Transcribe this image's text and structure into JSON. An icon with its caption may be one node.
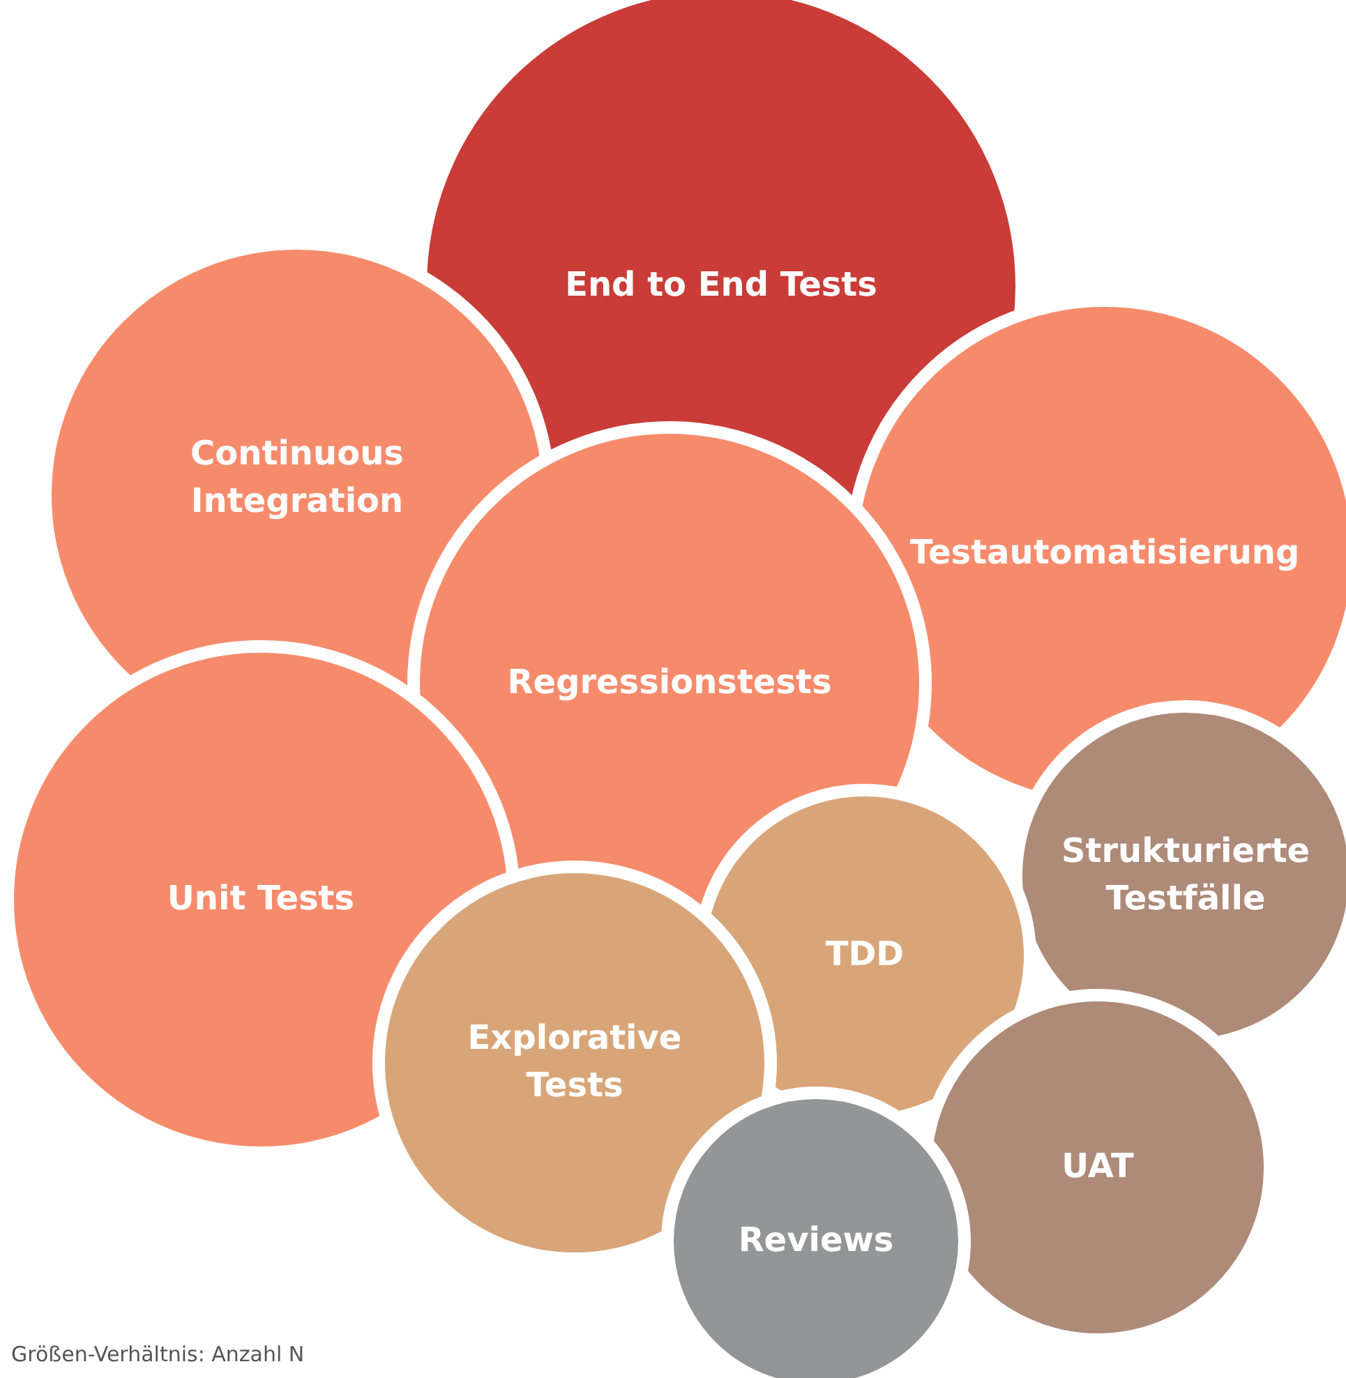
{
  "diagram": {
    "caption": "Größen-Verhältnis: Anzahl N",
    "nodes": [
      {
        "text": [
          "End to End Tests"
        ]
      },
      {
        "text": [
          "Continuous Integration"
        ]
      },
      {
        "text": [
          "Testautomatisierung"
        ]
      },
      {
        "text": [
          "Regressionstests"
        ]
      },
      {
        "text": [
          "Unit Tests"
        ]
      },
      {
        "text": [
          "Strukturierte Testfälle"
        ]
      },
      {
        "text": [
          "TDD"
        ]
      },
      {
        "text": [
          "Explorative Tests"
        ]
      },
      {
        "text": [
          "UAT"
        ]
      },
      {
        "text": [
          "Reviews"
        ]
      }
    ]
  }
}
